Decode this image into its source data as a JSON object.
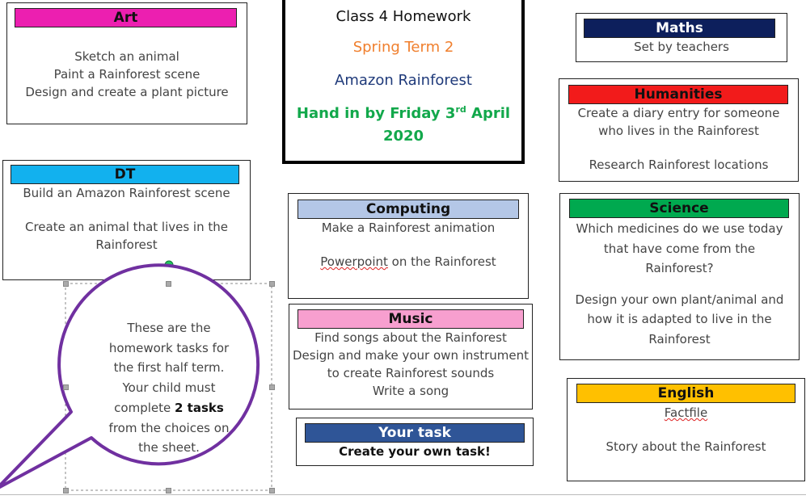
{
  "title": {
    "line1": "Class 4 Homework",
    "line2": "Spring Term 2",
    "line3": "Amazon Rainforest",
    "line4_pre": "Hand in by Friday 3",
    "line4_sup": "rd",
    "line4_post": " April",
    "line5": "2020"
  },
  "art": {
    "header": "Art",
    "items": [
      "Sketch an animal",
      "Paint a Rainforest scene",
      "Design and create a plant picture"
    ]
  },
  "dt": {
    "header": "DT",
    "item1": "Build an Amazon Rainforest scene",
    "item2a": "Create an animal that lives in the",
    "item2b": "Rainforest"
  },
  "maths": {
    "header": "Maths",
    "item": "Set by teachers"
  },
  "humanities": {
    "header": "Humanities",
    "item1a": "Create a diary entry for someone",
    "item1b": "who lives in the Rainforest",
    "item2": "Research Rainforest locations"
  },
  "computing": {
    "header": "Computing",
    "item1": "Make a Rainforest animation",
    "item2_word": "Powerpoint",
    "item2_rest": " on the Rainforest"
  },
  "science": {
    "header": "Science",
    "item1a": "Which medicines do we use today",
    "item1b": "that have come from the",
    "item1c": "Rainforest?",
    "item2a": "Design your own plant/animal and",
    "item2b": "how it is adapted to live in the",
    "item2c": "Rainforest"
  },
  "music": {
    "header": "Music",
    "items": [
      "Find songs about the Rainforest",
      "Design and make your own instrument",
      "to create Rainforest sounds",
      "Write a song"
    ]
  },
  "english": {
    "header": "English",
    "item1": "Factfile",
    "item2": "Story about the Rainforest"
  },
  "yourtask": {
    "header": "Your task",
    "item": "Create your own task!"
  },
  "bubble": {
    "lines": [
      "These are the",
      "homework tasks for",
      "the first half term.",
      "Your child must"
    ],
    "line5_pre": "complete ",
    "line5_bold": "2 tasks",
    "line6": "from the choices on",
    "line7": "the sheet."
  },
  "colors": {
    "art": "#ec1fb0",
    "dt": "#12b1ee",
    "maths": "#0d1f5c",
    "humanities": "#f21b1b",
    "computing": "#b4c7e7",
    "science": "#00a94f",
    "music": "#f79fcf",
    "english": "#ffc000",
    "yourtask": "#2f5597",
    "orange": "#f07f2d",
    "navy": "#1f3a7a",
    "green": "#12a84b",
    "purple": "#7030a0"
  }
}
